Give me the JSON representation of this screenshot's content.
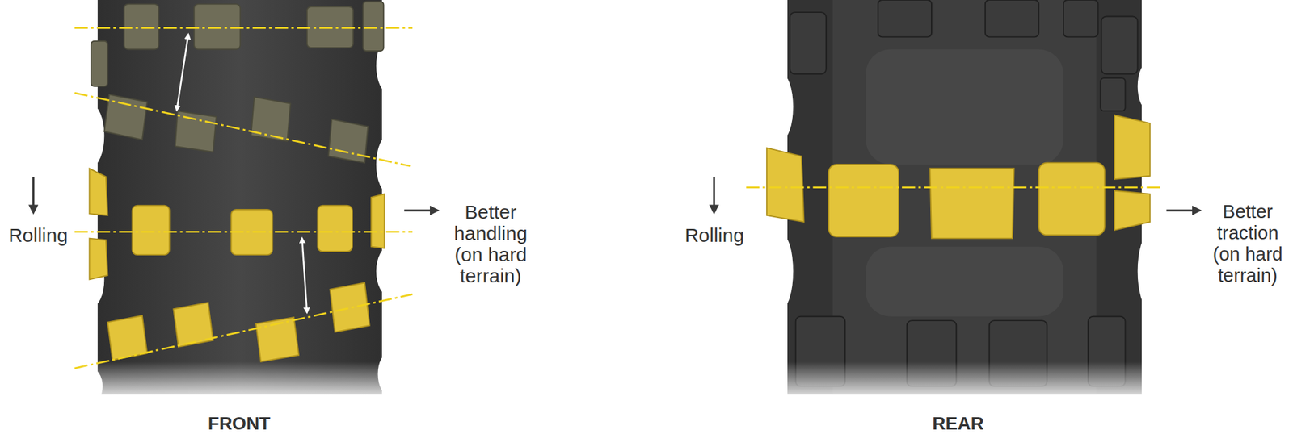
{
  "diagram": {
    "labels": [
      "Rolling",
      "Better handling (on hard terrain)",
      "FRONT",
      "Rolling",
      "Better traction (on hard terrain)",
      "REAR"
    ]
  }
}
